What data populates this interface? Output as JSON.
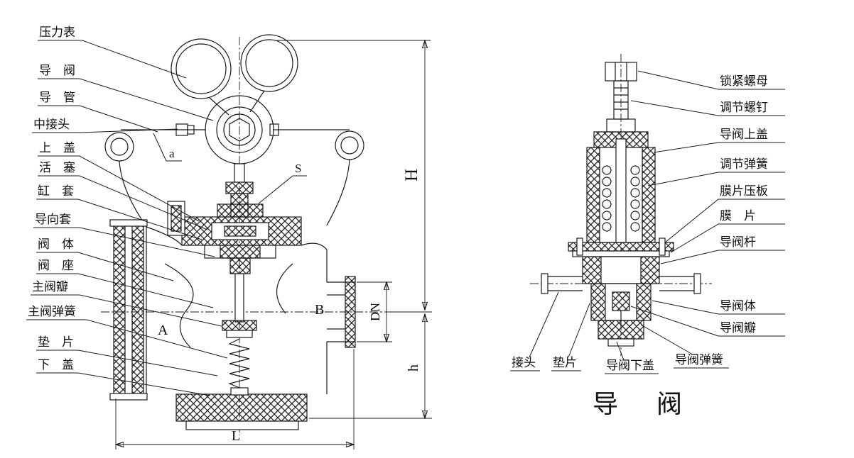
{
  "page": {
    "background": "#ffffff",
    "line_color": "#1a1a1a"
  },
  "main_view": {
    "labels": [
      {
        "text": "压力表"
      },
      {
        "text": "导　阀"
      },
      {
        "text": "导　管"
      },
      {
        "text": "中接头"
      },
      {
        "text": "上　盖"
      },
      {
        "text": "活　塞"
      },
      {
        "text": "缸　套"
      },
      {
        "text": "导向套"
      },
      {
        "text": "阀　体"
      },
      {
        "text": "阀　座"
      },
      {
        "text": "主阀瓣"
      },
      {
        "text": "主阀弹簧"
      },
      {
        "text": "垫　片"
      },
      {
        "text": "下　盖"
      }
    ],
    "dims": {
      "H": "H",
      "h": "h",
      "DN": "DN",
      "L": "L",
      "A": "A",
      "B": "B",
      "S": "S",
      "a": "a"
    }
  },
  "pilot_view": {
    "labels_right": [
      {
        "text": "锁紧螺母"
      },
      {
        "text": "调节螺钉"
      },
      {
        "text": "导阀上盖"
      },
      {
        "text": "调节弹簧"
      },
      {
        "text": "膜片压板"
      },
      {
        "text": "膜　片"
      },
      {
        "text": "导阀杆"
      },
      {
        "text": "导阀体"
      },
      {
        "text": "导阀瓣"
      }
    ],
    "labels_bottom": [
      {
        "text": "接头"
      },
      {
        "text": "垫片"
      },
      {
        "text": "导阀下盖"
      },
      {
        "text": "导阀弹簧"
      }
    ],
    "caption": "导阀"
  }
}
